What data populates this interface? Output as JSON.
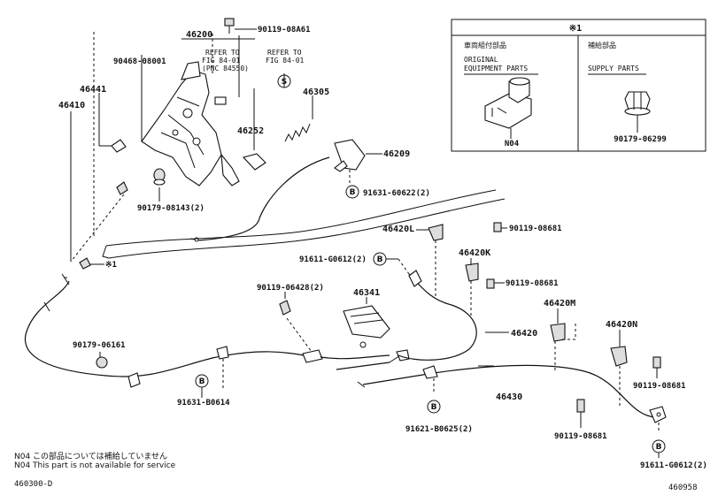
{
  "labels": {
    "p46200": "46200",
    "p90119_08a61": "90119-08A61",
    "p90468": "90468-08001",
    "refer1_a": "REFER TO",
    "refer1_b": "FIG 84-01",
    "refer1_c": "(PNC 84550)",
    "refer2_a": "REFER TO",
    "refer2_b": "FIG 84-01",
    "p46441": "46441",
    "p46410": "46410",
    "p46305": "46305",
    "p46252": "46252",
    "p46209": "46209",
    "p91631_60622": "91631-60622(2)",
    "p90179_08143": "90179-08143(2)",
    "p46420l": "46420L",
    "p90119_08681_a": "90119-08681",
    "p91611_g0612_a": "91611-G0612(2)",
    "p46420k": "46420K",
    "p90119_08681_b": "90119-08681",
    "star_ref": "※1",
    "p90119_06428": "90119-06428(2)",
    "p46341": "46341",
    "p46420": "46420",
    "p46420m": "46420M",
    "p46420n": "46420N",
    "p90179_06161": "90179-06161",
    "p90119_08681_c": "90119-08681",
    "p46430": "46430",
    "p91631_b0614": "91631-B0614",
    "p91621_b0625": "91621-B0625(2)",
    "p90119_08681_d": "90119-08681",
    "p91611_g0612_b": "91611-G0612(2)"
  },
  "circle_letters": {
    "s1": "S",
    "b1": "B",
    "b2": "B",
    "b3": "B",
    "b4": "B",
    "b5": "B"
  },
  "legend_box": {
    "header": "※1",
    "left_jp": "車両組付部品",
    "left_en1": "ORIGINAL",
    "left_en2": "EQUIPMENT PARTS",
    "left_code": "N04",
    "right_jp": "補給部品",
    "right_en": "SUPPLY PARTS",
    "right_code": "90179-06299"
  },
  "notes": {
    "jp": "N04 この部品については補給していません",
    "en": "N04 This part is not available for service",
    "fig_left": "460300-D",
    "fig_right": "460958"
  }
}
